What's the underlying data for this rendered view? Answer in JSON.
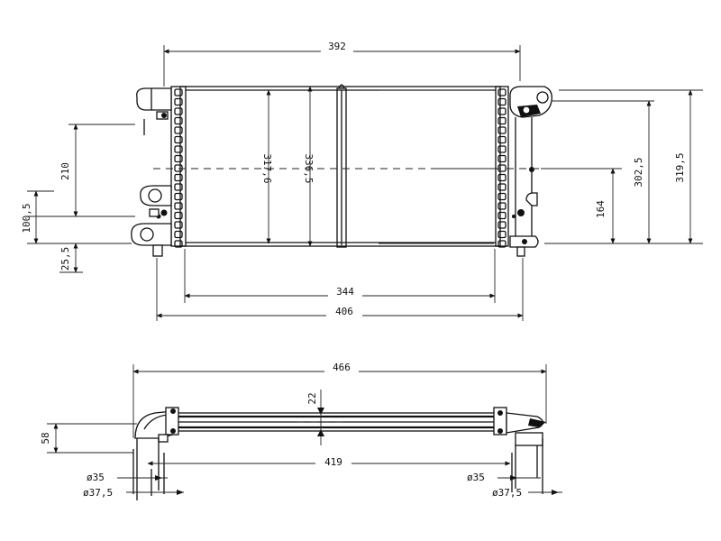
{
  "front_view": {
    "overall_width": "392",
    "core_width": "344",
    "total_width": "406",
    "height_left_upper": "210",
    "height_left_lower": "100,5",
    "height_left_bottom": "25,5",
    "core_height": "317,6",
    "tank_height": "336,5",
    "height_right_mid": "164",
    "height_right_inner": "302,5",
    "height_right_outer": "319,5"
  },
  "bottom_view": {
    "overall_length": "466",
    "inner_length": "419",
    "depth": "58",
    "core_depth": "22",
    "left_pipe_inner": "ø35",
    "left_pipe_outer": "ø37,5",
    "right_pipe_inner": "ø35",
    "right_pipe_outer": "ø37,5"
  }
}
